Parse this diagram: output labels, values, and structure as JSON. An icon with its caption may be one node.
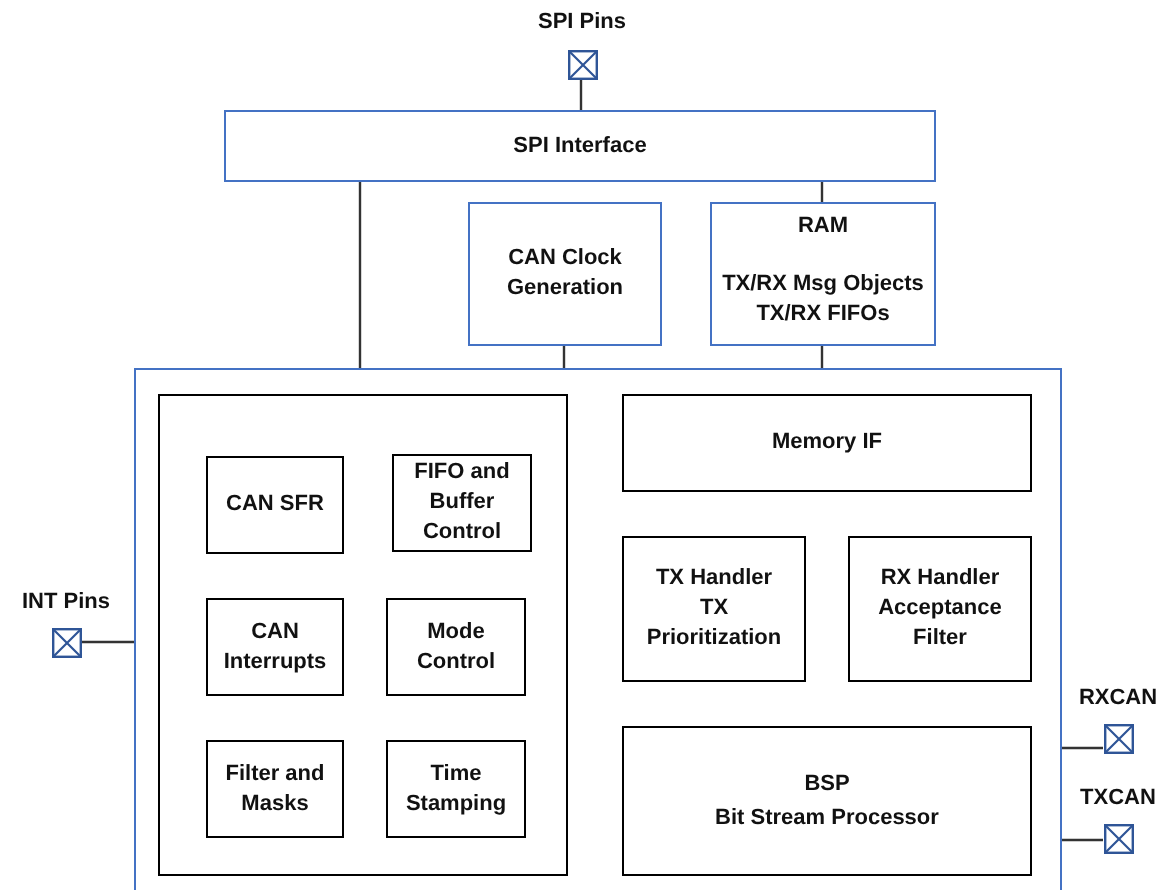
{
  "diagram": {
    "nodes": [
      {
        "text": [
          "SPI Pins"
        ]
      },
      {
        "text": [
          "SPI Interface"
        ]
      },
      {
        "text": [
          "CAN Clock Generation"
        ]
      },
      {
        "text": [
          "RAM",
          "TX/RX Msg Objects TX/RX FIFOs"
        ]
      },
      {
        "text": [
          "INT Pins"
        ]
      },
      {
        "text": [],
        "shape": "box"
      },
      {
        "text": [],
        "shape": "box",
        "in": 5
      },
      {
        "text": [
          "CAN SFR"
        ],
        "in": 6
      },
      {
        "text": [
          "FIFO and Buffer Control"
        ],
        "in": 6
      },
      {
        "text": [
          "CAN Interrupts"
        ],
        "in": 6
      },
      {
        "text": [
          "Mode Control"
        ],
        "in": 6
      },
      {
        "text": [
          "Filter and Masks"
        ],
        "in": 6
      },
      {
        "text": [
          "Time Stamping"
        ],
        "in": 6
      },
      {
        "text": [
          "Memory IF"
        ],
        "in": 5
      },
      {
        "text": [
          "TX Handler TX Prioritization"
        ],
        "in": 5
      },
      {
        "text": [
          "RX Handler Acceptance Filter"
        ],
        "in": 5
      },
      {
        "text": [
          "BSP",
          "Bit Stream Processor"
        ],
        "in": 5
      },
      {
        "text": [
          "RXCAN"
        ]
      },
      {
        "text": [
          "TXCAN"
        ]
      }
    ],
    "edges": [
      {
        "from": 0,
        "to": 1,
        "arrow": "none"
      },
      {
        "from": 1,
        "to": 5,
        "arrow": "none"
      },
      {
        "from": 1,
        "to": 3,
        "arrow": "none"
      },
      {
        "from": 2,
        "to": 5,
        "arrow": "none"
      },
      {
        "from": 3,
        "to": 13,
        "arrow": "none"
      },
      {
        "from": 4,
        "to": 5,
        "arrow": "none"
      },
      {
        "from": 16,
        "to": 17,
        "arrow": "none"
      },
      {
        "from": 16,
        "to": 18,
        "arrow": "none"
      }
    ]
  }
}
